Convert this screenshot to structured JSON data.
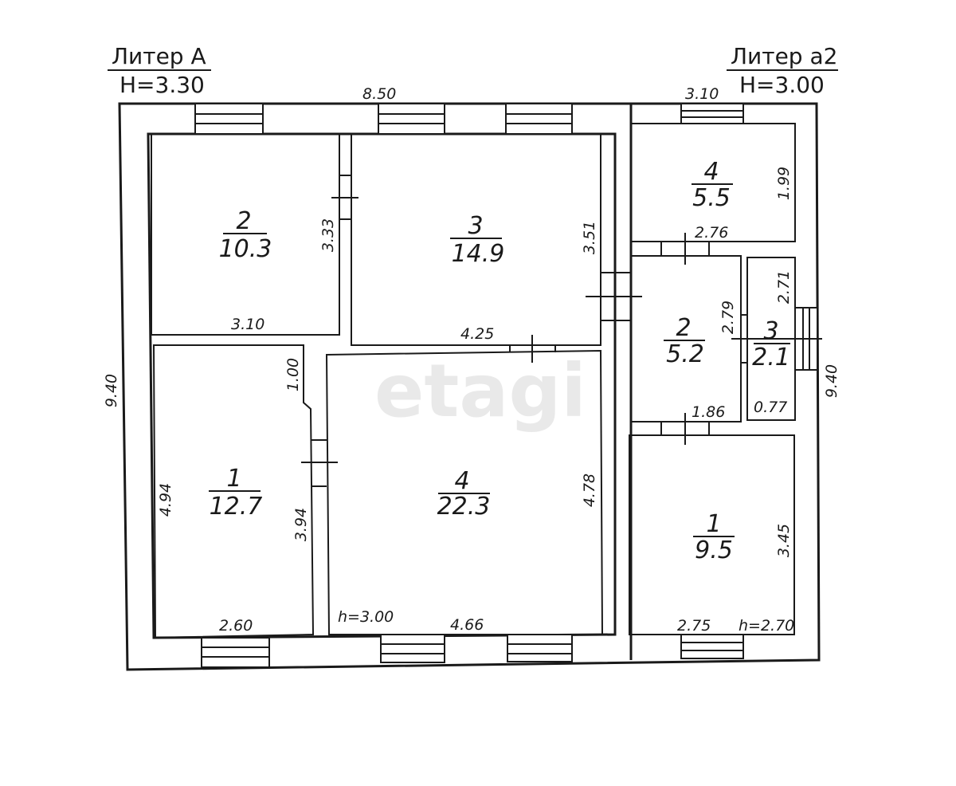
{
  "headers": {
    "left": {
      "liter": "Литер А",
      "height": "H=3.30"
    },
    "right": {
      "liter": "Литер а2",
      "height": "H=3.00"
    }
  },
  "watermark": "etagi",
  "rooms": {
    "a_2": {
      "num": "2",
      "area": "10.3"
    },
    "a_3": {
      "num": "3",
      "area": "14.9"
    },
    "a_1": {
      "num": "1",
      "area": "12.7"
    },
    "a_4": {
      "num": "4",
      "area": "22.3"
    },
    "b_4": {
      "num": "4",
      "area": "5.5"
    },
    "b_2": {
      "num": "2",
      "area": "5.2"
    },
    "b_3": {
      "num": "3",
      "area": "2.1"
    },
    "b_1": {
      "num": "1",
      "area": "9.5"
    }
  },
  "dims": {
    "top_a": "8.50",
    "top_b": "3.10",
    "left_total": "9.40",
    "right_total": "9.40",
    "r2_h": "3.33",
    "r2_w": "3.10",
    "r3_h": "3.51",
    "r3_w": "4.25",
    "r1_step": "1.00",
    "r1_h": "4.94",
    "r1_h2": "3.94",
    "r1_w": "2.60",
    "r4_h": "4.78",
    "r4_w": "4.66",
    "r4_ceiling": "h=3.00",
    "b4_h": "1.99",
    "b4_w": "2.76",
    "b2_h": "2.79",
    "b2_w": "1.86",
    "b3_h": "2.71",
    "b3_w": "0.77",
    "b1_h": "3.45",
    "b1_w": "2.75",
    "b1_ceiling": "h=2.70"
  },
  "colors": {
    "ink": "#1a1a1a",
    "watermark": "#e9e9e9"
  }
}
